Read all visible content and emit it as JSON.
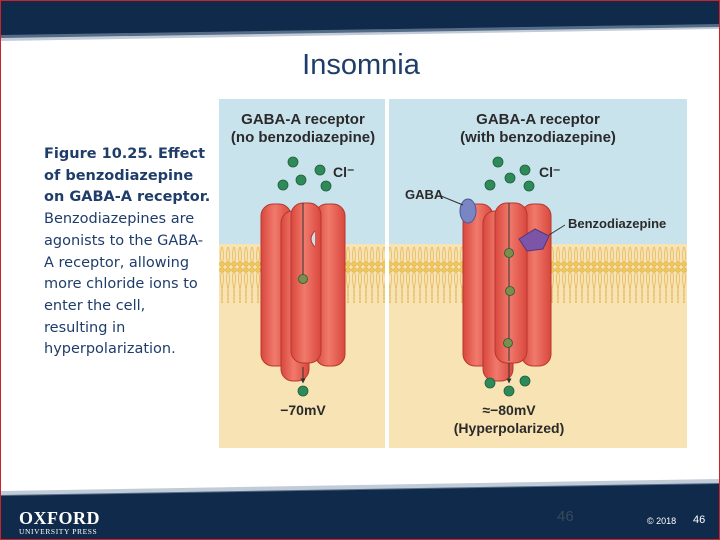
{
  "slide": {
    "title": "Insomnia",
    "caption_bold": "Figure 10.25. Effect of benzodiazepine on GABA-A receptor.",
    "caption_text": " Benzodiazepines are agonists to the GABA-A receptor, allowing more chloride ions to enter the cell, resulting in hyperpolarization."
  },
  "figure": {
    "left_panel": {
      "title_line1": "GABA-A receptor",
      "title_line2": "(no benzodiazepine)",
      "ion_label": "Cl⁻",
      "voltage": "−70mV"
    },
    "right_panel": {
      "title_line1": "GABA-A receptor",
      "title_line2": "(with benzodiazepine)",
      "ion_label": "Cl⁻",
      "gaba_label": "GABA",
      "benzo_label": "Benzodiazepine",
      "voltage": "≈−80mV",
      "voltage_note": "(Hyperpolarized)"
    }
  },
  "footer": {
    "publisher_line1": "OXFORD",
    "publisher_line2": "UNIVERSITY PRESS",
    "page_center": "46",
    "copyright": "© 2018",
    "page_number": "46"
  },
  "colors": {
    "title_text": "#1f3d6b",
    "extracellular": "#c9e3ec",
    "intracellular": "#f8e3b4",
    "channel": "#e8665a",
    "ion": "#2f8a5a",
    "gaba": "#7a86c4",
    "benzodiazepine": "#7d55a8",
    "footer_band": "#0f2a4a"
  }
}
